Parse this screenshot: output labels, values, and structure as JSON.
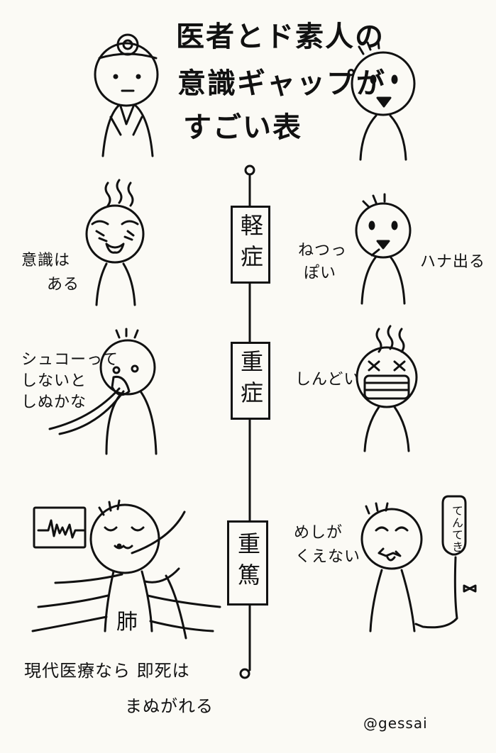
{
  "title": {
    "line1": "医者とド素人の",
    "line2": "意識ギャップが",
    "line3": "すごい表"
  },
  "severity": {
    "mild": "軽症",
    "severe": "重症",
    "critical": "重篤"
  },
  "doctor_view": {
    "mild": [
      "意識は",
      "ある"
    ],
    "severe": [
      "シュコーって",
      "しないと",
      "しぬかな"
    ],
    "critical": [
      "現代医療なら 即死は",
      "まぬがれる"
    ]
  },
  "layperson_view": {
    "mild_1": "ねつっ",
    "mild_2": "ぽい",
    "mild_3": "ハナ出る",
    "severe": "しんどい",
    "critical": [
      "めしが",
      "くえない"
    ],
    "iv_bag": "てんてき"
  },
  "chest_symbol": "肺",
  "author": "@gessai"
}
